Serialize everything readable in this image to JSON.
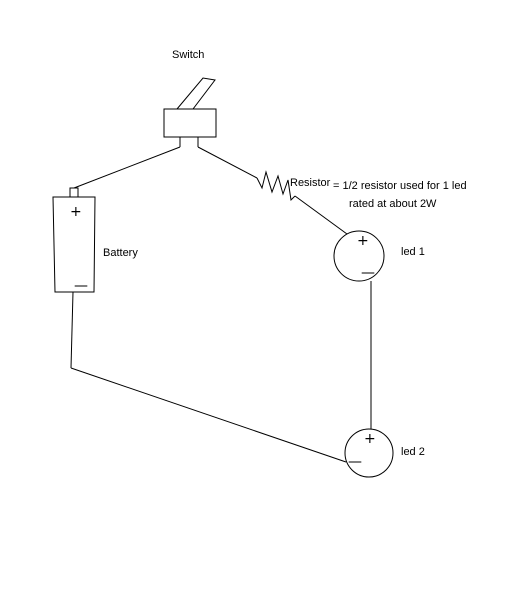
{
  "diagram": {
    "components": {
      "switch": {
        "label": "Switch"
      },
      "battery": {
        "label": "Battery",
        "positive": "+",
        "negative": "—"
      },
      "resistor": {
        "label": "Resistor",
        "note_line1": "= 1/2 resistor used for 1 led",
        "note_line2": "rated at about 2W"
      },
      "led1": {
        "label": "led 1",
        "positive": "+",
        "negative": "—"
      },
      "led2": {
        "label": "led 2",
        "positive": "+",
        "negative": "—"
      }
    }
  }
}
